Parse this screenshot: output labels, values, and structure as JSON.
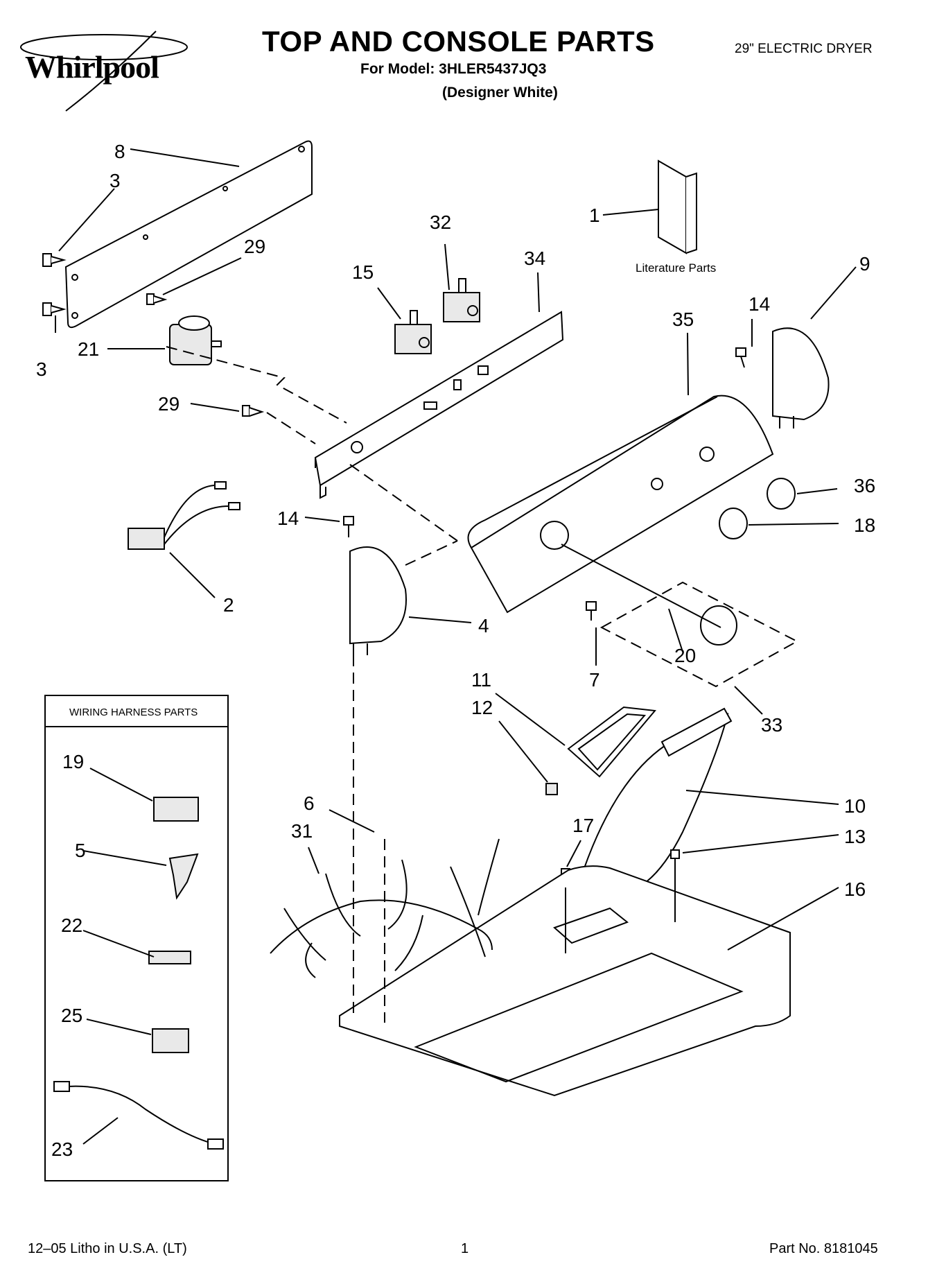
{
  "header": {
    "brand": "Whirlpool",
    "title": "TOP AND CONSOLE PARTS",
    "model": "For Model: 3HLER5437JQ3",
    "variant": "(Designer White)",
    "product": "29\" ELECTRIC DRYER"
  },
  "callouts": {
    "c1": "1",
    "c2": "2",
    "c3a": "3",
    "c3b": "3",
    "c4": "4",
    "c5": "5",
    "c6": "6",
    "c7": "7",
    "c8": "8",
    "c9": "9",
    "c10": "10",
    "c11": "11",
    "c12": "12",
    "c13": "13",
    "c14a": "14",
    "c14b": "14",
    "c15": "15",
    "c16": "16",
    "c17": "17",
    "c18": "18",
    "c19": "19",
    "c20": "20",
    "c21": "21",
    "c22": "22",
    "c23": "23",
    "c25": "25",
    "c29a": "29",
    "c29b": "29",
    "c31": "31",
    "c32": "32",
    "c33": "33",
    "c34": "34",
    "c35": "35",
    "c36": "36"
  },
  "labels": {
    "literature": "Literature Parts",
    "harness_box_title": "WIRING HARNESS PARTS"
  },
  "footer": {
    "litho": "12–05 Litho in U.S.A. (LT)",
    "page": "1",
    "part_no": "Part No. 8181045"
  }
}
